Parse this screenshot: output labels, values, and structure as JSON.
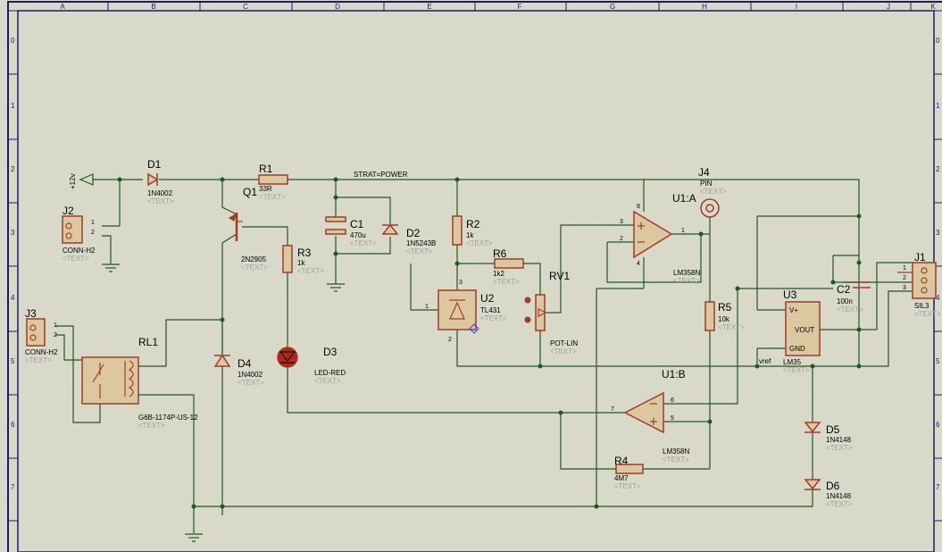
{
  "border": {
    "cols": [
      "A",
      "B",
      "C",
      "D",
      "E",
      "F",
      "G",
      "H",
      "I",
      "J",
      "K"
    ],
    "rows": [
      "0",
      "1",
      "2",
      "3",
      "4",
      "5",
      "6",
      "7"
    ]
  },
  "colors": {
    "paper": "#d9d9c9",
    "wire": "#1f5a1f",
    "body": "#a03c28",
    "fill": "#dcc8a0",
    "border": "#1a1a6e"
  },
  "placeholder_text": "<TEXT>",
  "net_labels": {
    "vcc": "+12v",
    "power": "STRAT=POWER",
    "vref": "vref"
  },
  "components": [
    {
      "id": "D1",
      "ref": "D1",
      "value": "1N4002"
    },
    {
      "id": "R1",
      "ref": "R1",
      "value": "33R"
    },
    {
      "id": "Q1",
      "ref": "Q1",
      "value": "2N2905"
    },
    {
      "id": "C1",
      "ref": "C1",
      "value": "470u"
    },
    {
      "id": "D2",
      "ref": "D2",
      "value": "1N5243B"
    },
    {
      "id": "R2",
      "ref": "R2",
      "value": "1k"
    },
    {
      "id": "J4",
      "ref": "J4",
      "value": "PIN"
    },
    {
      "id": "U1A",
      "ref": "U1:A",
      "value": "LM358N"
    },
    {
      "id": "J2",
      "ref": "J2",
      "value": "CONN-H2"
    },
    {
      "id": "R3",
      "ref": "R3",
      "value": "1k"
    },
    {
      "id": "R6",
      "ref": "R6",
      "value": "1k2"
    },
    {
      "id": "RV1",
      "ref": "RV1",
      "value": "POT-LIN"
    },
    {
      "id": "U2",
      "ref": "U2",
      "value": "TL431"
    },
    {
      "id": "R5",
      "ref": "R5",
      "value": "10k"
    },
    {
      "id": "U3",
      "ref": "U3",
      "value": "LM35"
    },
    {
      "id": "C2",
      "ref": "C2",
      "value": "100n"
    },
    {
      "id": "J1",
      "ref": "J1",
      "value": "SIL3"
    },
    {
      "id": "J3",
      "ref": "J3",
      "value": "CONN-H2"
    },
    {
      "id": "RL1",
      "ref": "RL1",
      "value": "G6B-1174P-US-12"
    },
    {
      "id": "D4",
      "ref": "D4",
      "value": "1N4002"
    },
    {
      "id": "D3",
      "ref": "D3",
      "value": "LED-RED"
    },
    {
      "id": "U1B",
      "ref": "U1:B",
      "value": "LM358N"
    },
    {
      "id": "D5",
      "ref": "D5",
      "value": "1N4148"
    },
    {
      "id": "R4",
      "ref": "R4",
      "value": "4M7"
    },
    {
      "id": "D6",
      "ref": "D6",
      "value": "1N4148"
    }
  ],
  "u3_pins": {
    "vplus": "V+",
    "vout": "VOUT",
    "gnd": "GND"
  },
  "pin_numbers": {
    "one": "1",
    "two": "2",
    "three": "3",
    "four": "4",
    "five": "5",
    "six": "6",
    "seven": "7",
    "eight": "8"
  }
}
